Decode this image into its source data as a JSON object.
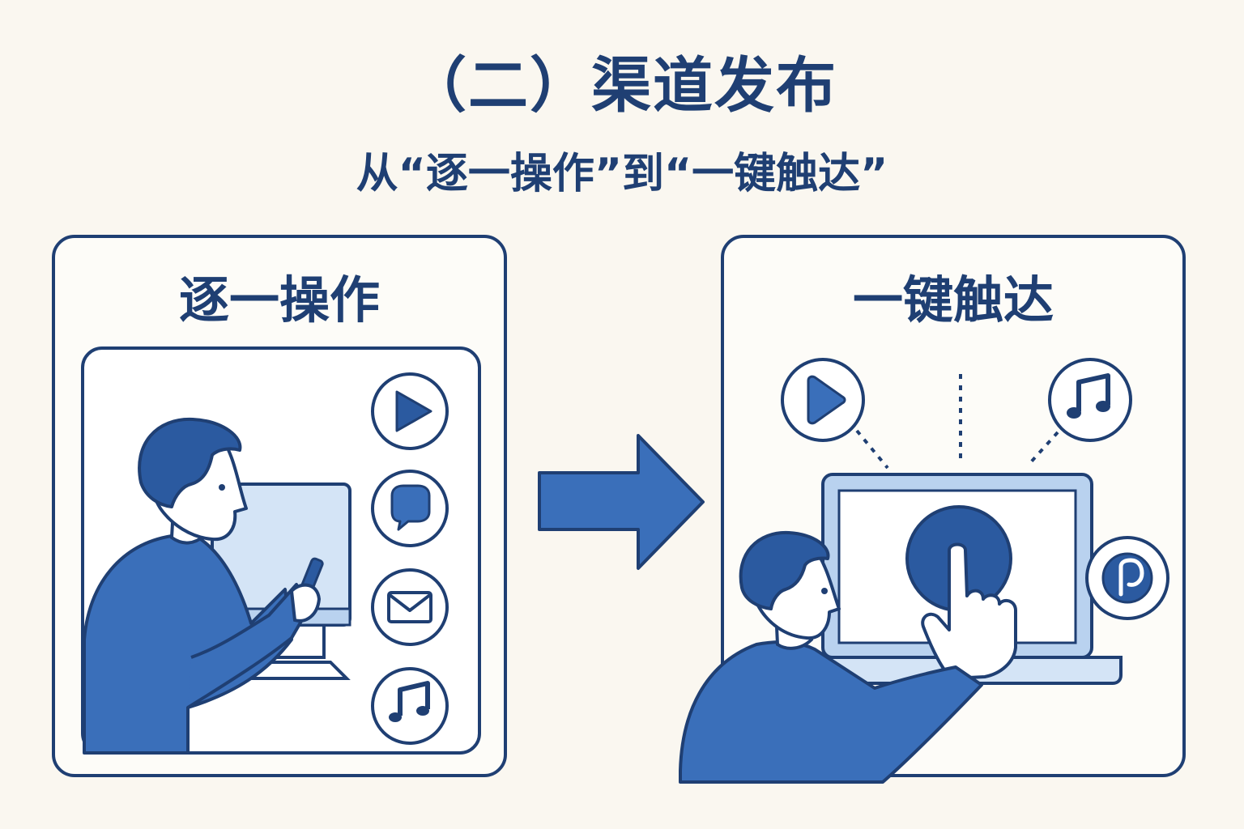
{
  "header": {
    "title": "（二）渠道发布",
    "subtitle": "从“逐一操作”到“一键触达”"
  },
  "left_panel": {
    "label": "逐一操作",
    "channel_icons": [
      "play-icon",
      "chat-bubble-icon",
      "mail-icon",
      "music-note-icon"
    ]
  },
  "right_panel": {
    "label": "一键触达",
    "channel_icons": [
      "play-icon",
      "music-note-icon",
      "pinterest-p-icon"
    ]
  },
  "colors": {
    "background": "#faf7f0",
    "ink": "#1f3f73",
    "primary": "#3a6fba",
    "dark_blue": "#2b5aa0",
    "light_blue": "#d4e4f6",
    "panel_fill": "#ffffff"
  }
}
